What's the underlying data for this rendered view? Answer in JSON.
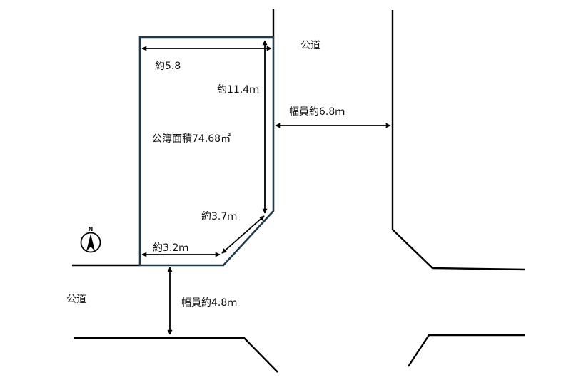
{
  "colors": {
    "line": "#000000",
    "lot_outline": "#1f3a4a",
    "text": "#111111",
    "background": "#ffffff"
  },
  "north_arrow": {
    "label": "N",
    "icon": "north-arrow-icon"
  },
  "lot": {
    "area_label": "公簿面積74.68㎡",
    "dimensions": {
      "top_width": "約5.8",
      "right_side": "約11.4ｍ",
      "corner_cut": "約3.7ｍ",
      "bottom_width": "約3.2ｍ"
    }
  },
  "roads": {
    "east": {
      "name": "公道",
      "width_label": "幅員約6.8ｍ"
    },
    "south": {
      "name": "公道",
      "width_label": "幅員約4.8ｍ"
    }
  }
}
